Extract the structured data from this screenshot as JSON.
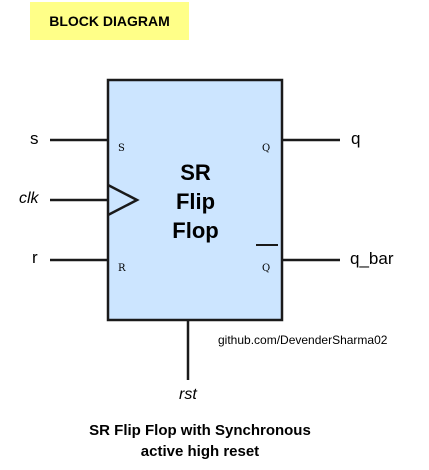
{
  "header": {
    "title": "BLOCK DIAGRAM"
  },
  "block": {
    "name_lines": [
      "SR",
      "Flip",
      "Flop"
    ],
    "pins": {
      "s": "S",
      "r": "R",
      "q": "Q",
      "q_bar": "Q"
    }
  },
  "signals": {
    "s": "s",
    "clk": "clk",
    "r": "r",
    "rst": "rst",
    "q": "q",
    "q_bar": "q_bar"
  },
  "credit": "github.com/DevenderSharma02",
  "caption": {
    "lines": [
      "SR Flip Flop with Synchronous",
      "active high reset"
    ]
  },
  "colors": {
    "block_fill": "#cce5ff",
    "block_stroke": "#1a1a1a",
    "banner": "#ffff88"
  }
}
